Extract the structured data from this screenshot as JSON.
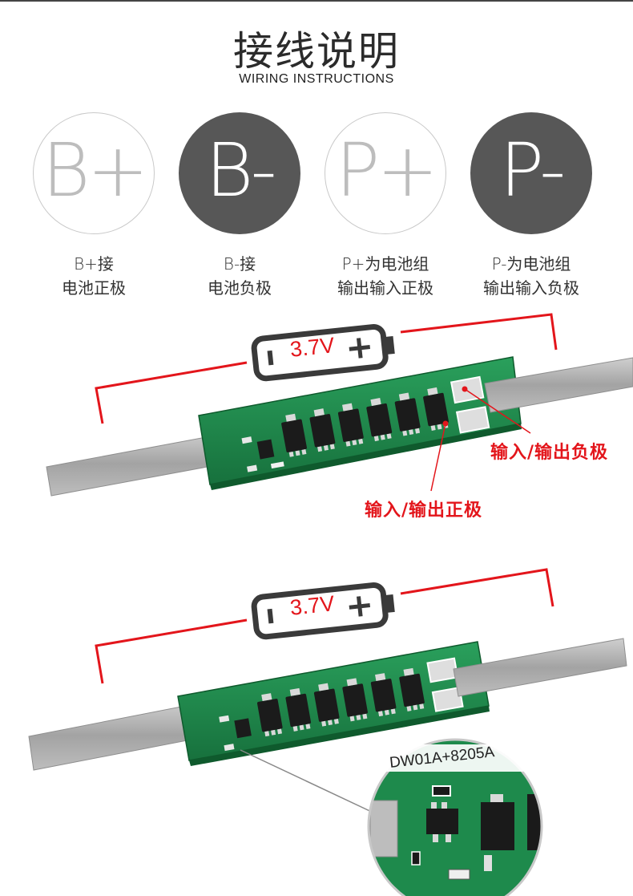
{
  "header": {
    "title": "接线说明",
    "subtitle": "WIRING INSTRUCTIONS"
  },
  "terminals": [
    {
      "symbol": "B+",
      "line1": "B+接",
      "line2": "电池正极",
      "style": "light"
    },
    {
      "symbol": "B-",
      "line1": "B-接",
      "line2": "电池负极",
      "style": "dark"
    },
    {
      "symbol": "P+",
      "line1": "P+为电池组",
      "line2": "输出输入正极",
      "style": "light"
    },
    {
      "symbol": "P-",
      "line1": "P-为电池组",
      "line2": "输出输入负极",
      "style": "dark"
    }
  ],
  "diagram1": {
    "battery_voltage": "3.7V",
    "negative_label": "输入/输出负极",
    "positive_label": "输入/输出正极"
  },
  "diagram2": {
    "battery_voltage": "3.7V",
    "chip_label": "DW01A+8205A"
  },
  "colors": {
    "accent_red": "#e3151b",
    "pcb_green": "#1f8c4e",
    "dark_badge": "#575757",
    "nickel_strip": "#a9a9a9"
  }
}
